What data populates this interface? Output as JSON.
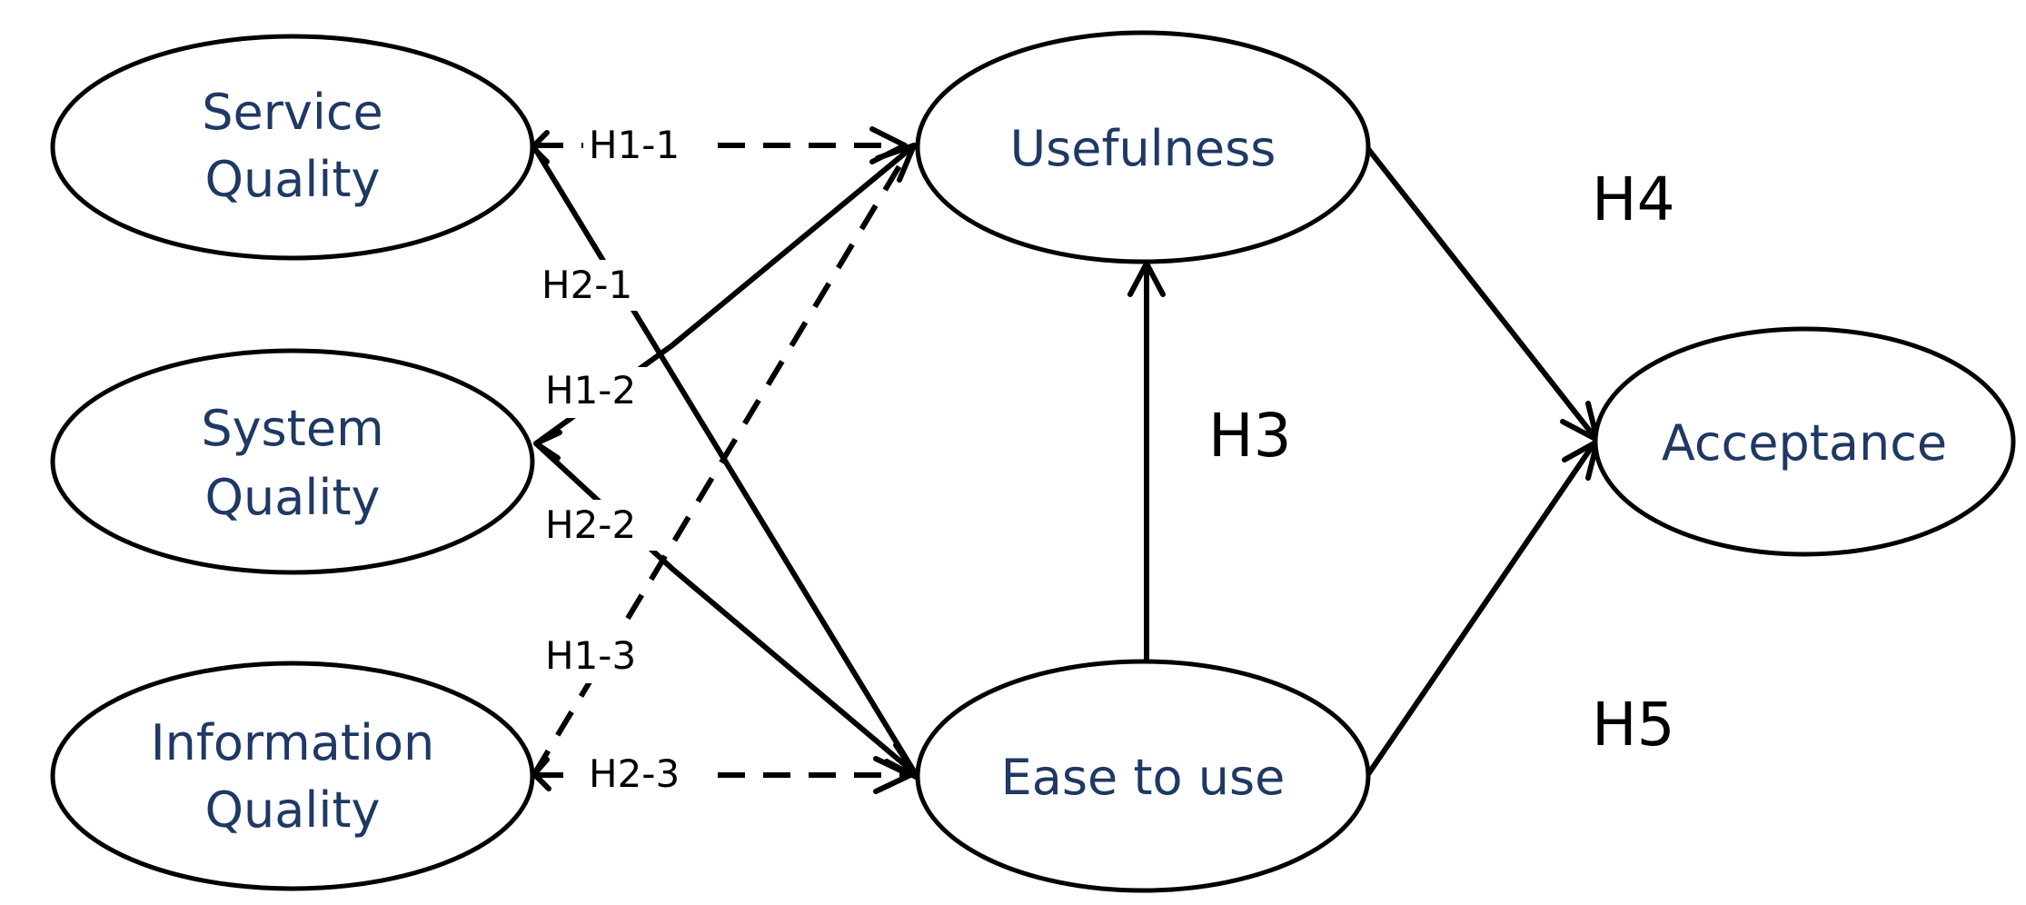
{
  "nodes": {
    "service_quality": [
      "Service",
      "Quality"
    ],
    "system_quality": [
      "System",
      "Quality"
    ],
    "information_quality": [
      "Information",
      "Quality"
    ],
    "usefulness": "Usefulness",
    "ease_to_use": "Ease to use",
    "acceptance": "Acceptance"
  },
  "edges": {
    "h1_1": "H1-1",
    "h2_1": "H2-1",
    "h1_2": "H1-2",
    "h2_2": "H2-2",
    "h1_3": "H1-3",
    "h2_3": "H2-3"
  },
  "hypotheses": {
    "h3": "H3",
    "h4": "H4",
    "h5": "H5"
  },
  "colors": {
    "node_text": "#1f3864",
    "stroke": "#000000",
    "background": "#ffffff"
  }
}
